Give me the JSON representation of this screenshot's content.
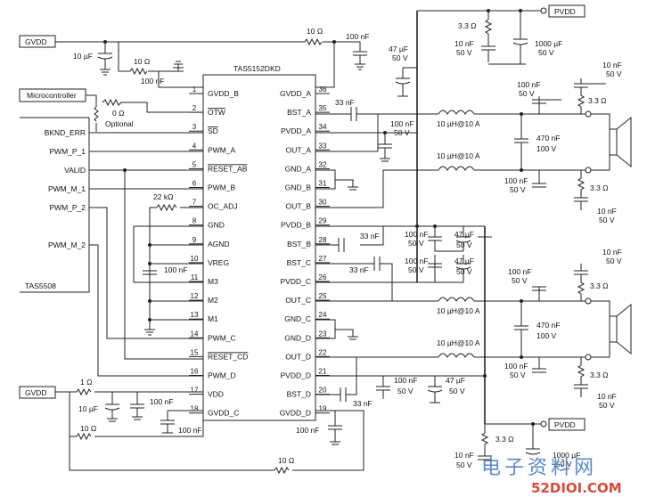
{
  "ic": {
    "name": "TAS5152DKD",
    "left_pins": [
      {
        "n": "1",
        "name": "GVDD_B"
      },
      {
        "n": "2",
        "name": "OTW",
        "overline": true
      },
      {
        "n": "3",
        "name": "SD",
        "overline": true
      },
      {
        "n": "4",
        "name": "PWM_A"
      },
      {
        "n": "5",
        "name": "RESET_AB",
        "overline": true
      },
      {
        "n": "6",
        "name": "PWM_B"
      },
      {
        "n": "7",
        "name": "OC_ADJ"
      },
      {
        "n": "8",
        "name": "GND"
      },
      {
        "n": "9",
        "name": "AGND"
      },
      {
        "n": "10",
        "name": "VREG"
      },
      {
        "n": "11",
        "name": "M3"
      },
      {
        "n": "12",
        "name": "M2"
      },
      {
        "n": "13",
        "name": "M1"
      },
      {
        "n": "14",
        "name": "PWM_C"
      },
      {
        "n": "15",
        "name": "RESET_CD",
        "overline": true
      },
      {
        "n": "16",
        "name": "PWM_D"
      },
      {
        "n": "17",
        "name": "VDD"
      },
      {
        "n": "18",
        "name": "GVDD_C"
      }
    ],
    "right_pins": [
      {
        "n": "36",
        "name": "GVDD_A"
      },
      {
        "n": "35",
        "name": "BST_A"
      },
      {
        "n": "34",
        "name": "PVDD_A"
      },
      {
        "n": "33",
        "name": "OUT_A"
      },
      {
        "n": "32",
        "name": "GND_A"
      },
      {
        "n": "31",
        "name": "GND_B"
      },
      {
        "n": "30",
        "name": "OUT_B"
      },
      {
        "n": "29",
        "name": "PVDD_B"
      },
      {
        "n": "28",
        "name": "BST_B"
      },
      {
        "n": "27",
        "name": "BST_C"
      },
      {
        "n": "26",
        "name": "PVDD_C"
      },
      {
        "n": "25",
        "name": "OUT_C"
      },
      {
        "n": "24",
        "name": "GND_C"
      },
      {
        "n": "23",
        "name": "GND_D"
      },
      {
        "n": "22",
        "name": "OUT_D"
      },
      {
        "n": "21",
        "name": "PVDD_D"
      },
      {
        "n": "20",
        "name": "BST_D"
      },
      {
        "n": "19",
        "name": "GVDD_D"
      }
    ]
  },
  "rails": {
    "gvdd": "GVDD",
    "pvdd": "PVDD"
  },
  "controller": {
    "microcontroller": "Microcontroller",
    "tas5508": "TAS5508",
    "signals": [
      "BKND_ERR",
      "PWM_P_1",
      "VALID",
      "PWM_M_1",
      "PWM_P_2",
      "PWM_M_2"
    ]
  },
  "components": {
    "r10": "10 Ω",
    "r0": "0 Ω",
    "optional": "Optional",
    "r22k": "22 kΩ",
    "r1": "1 Ω",
    "r33": "3.3 Ω",
    "c10u": "10 µF",
    "c100n": "100 nF",
    "c33n": "33 nF",
    "c47u_a": "47 µF",
    "c47u_b": "50 V",
    "c10u50": "10 nF",
    "c50v": "50 V",
    "c1000u": "1000 µF",
    "c470n": "470 nF",
    "c100v": "100 V",
    "ind": "10 µH@10 A"
  },
  "watermark": {
    "cn": "电子资料网",
    "site": "52DIOI.COM"
  }
}
